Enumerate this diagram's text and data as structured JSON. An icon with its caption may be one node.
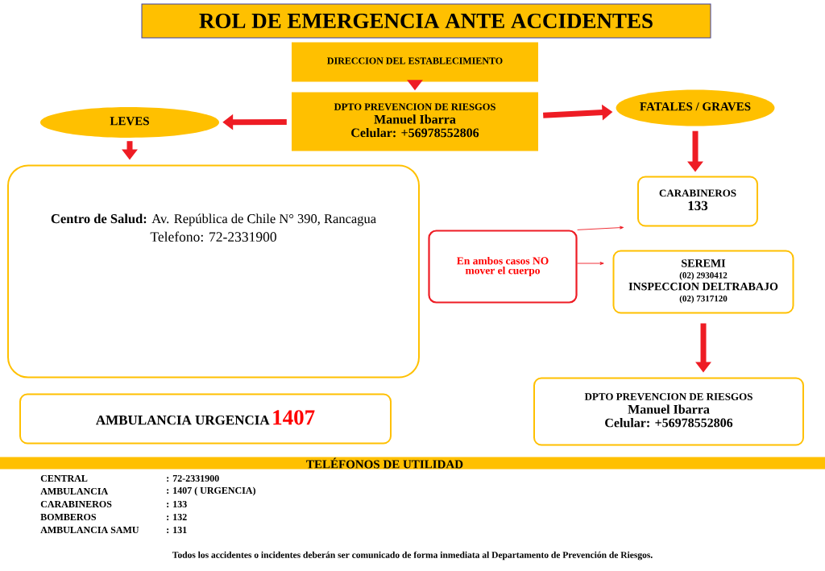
{
  "diagram": {
    "title": "ROL DE EMERGENCIA ANTE  ACCIDENTES",
    "caption": "Todos los accidentes o incidentes deberán ser comunicado de forma inmediata al Departamento de Prevención de Riesgos.",
    "nodes": [
      {
        "text": [
          "DIRECCION DEL ESTABLECIMIENTO"
        ]
      },
      {
        "text": [
          "DPTO  PREVENCION DE RIESGOS",
          "Manuel Ibarra",
          "Celular: +56978552806"
        ]
      },
      {
        "text": [
          "LEVES"
        ]
      },
      {
        "text": [
          "FATALES / GRAVES"
        ]
      },
      {
        "text": [
          "**Centro de Salud:** Av. República de Chile N° 390, Rancagua",
          "Telefono: 72-2331900"
        ]
      },
      {
        "text": [
          "AMBULANCIA URGENCIA",
          "1407"
        ]
      },
      {
        "text": [
          "En ambos casos NO mover el cuerpo"
        ]
      },
      {
        "text": [
          "CARABINEROS",
          "133"
        ]
      },
      {
        "text": [
          "SEREMI",
          "(02) 2930412",
          "INSPECCION DELTRABAJO",
          "(02) 7317120"
        ]
      },
      {
        "text": [
          "DPTO  PREVENCION DE RIESGOS",
          "Manuel Ibarra",
          "Celular: +56978552806"
        ]
      },
      {
        "text": [
          "TELÉFONOS  DE UTILIDAD"
        ]
      }
    ],
    "edges": [
      {
        "from": 0,
        "to": 1,
        "arrow": "to"
      },
      {
        "from": 1,
        "to": 2,
        "arrow": "to"
      },
      {
        "from": 1,
        "to": 3,
        "arrow": "to"
      },
      {
        "from": 2,
        "to": 4,
        "arrow": "to"
      },
      {
        "from": 3,
        "to": 7,
        "arrow": "to"
      },
      {
        "from": 6,
        "to": 7,
        "arrow": "to"
      },
      {
        "from": 6,
        "to": 8,
        "arrow": "to"
      },
      {
        "from": 8,
        "to": 9,
        "arrow": "to"
      }
    ],
    "labels": [
      "CENTRAL",
      ": 72-2331900",
      "AMBULANCIA",
      ": 1407  ( URGENCIA)",
      "CARABINEROS",
      ": 133",
      "BOMBEROS",
      ": 132",
      "AMBULANCIA SAMU",
      ": 131"
    ]
  }
}
